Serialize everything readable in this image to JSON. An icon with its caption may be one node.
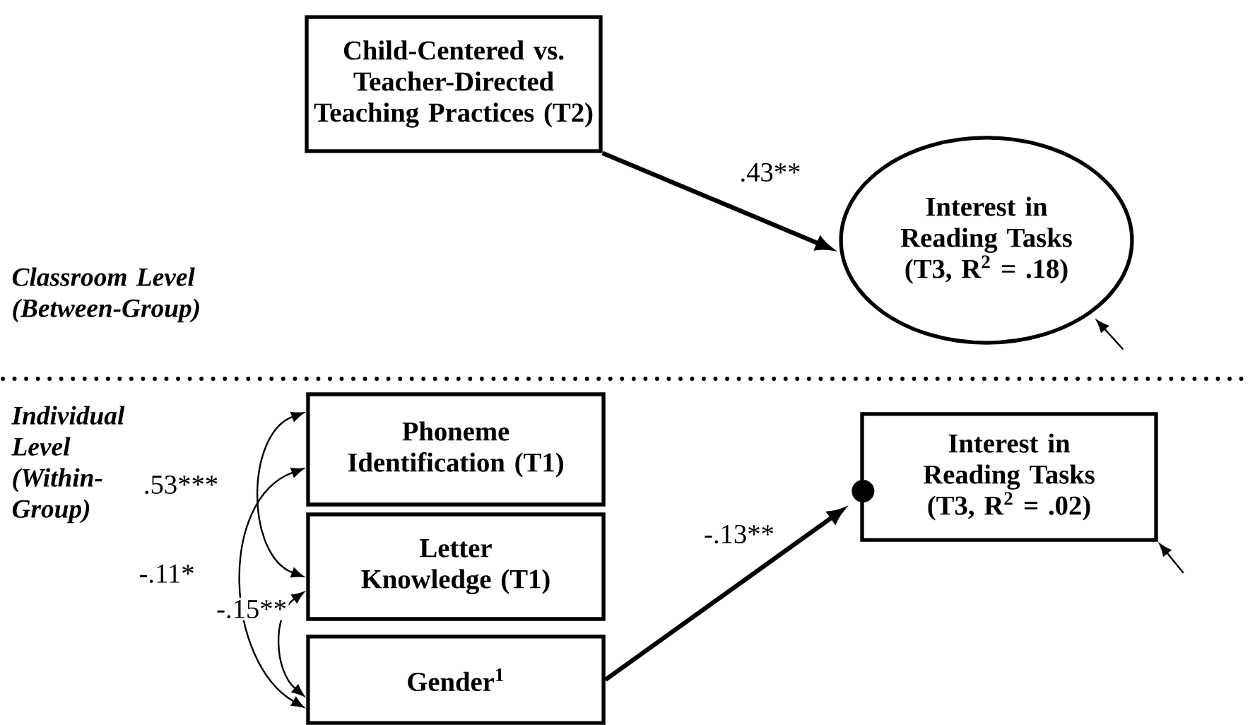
{
  "diagram": {
    "nodes": [
      {
        "text": [
          "Child-Centered vs. Teacher-Directed Teaching Practices (T2)"
        ]
      },
      {
        "text": [
          "Interest in Reading Tasks (T3, R$^{2}$ = .18)"
        ]
      },
      {
        "text": [
          "Phoneme Identification (T1)"
        ]
      },
      {
        "text": [
          "Letter Knowledge (T1)"
        ]
      },
      {
        "text": [
          "Gender$^{1}$"
        ]
      },
      {
        "text": [
          "Interest in Reading Tasks (T3, R$^{2}$ = .02)"
        ]
      }
    ],
    "edges": [
      {
        "from": 0,
        "to": 1,
        "arrow": "to",
        "label": ".43**",
        "style": "thick"
      },
      {
        "from": null,
        "to": 1,
        "arrow": "to"
      },
      {
        "from": 2,
        "to": 3,
        "arrow": "both",
        "label": ".53***"
      },
      {
        "from": 2,
        "to": 4,
        "arrow": "both",
        "label": "-.11*"
      },
      {
        "from": 3,
        "to": 4,
        "arrow": "both",
        "label": "-.15**"
      },
      {
        "from": 4,
        "to": 5,
        "arrow": "to",
        "label": "-.13**",
        "style": "thick"
      },
      {
        "from": null,
        "to": 5,
        "arrow": "to"
      }
    ],
    "labels": [
      "Classroom Level (Between-Group)",
      "Individual Level (Within-Group)"
    ]
  }
}
